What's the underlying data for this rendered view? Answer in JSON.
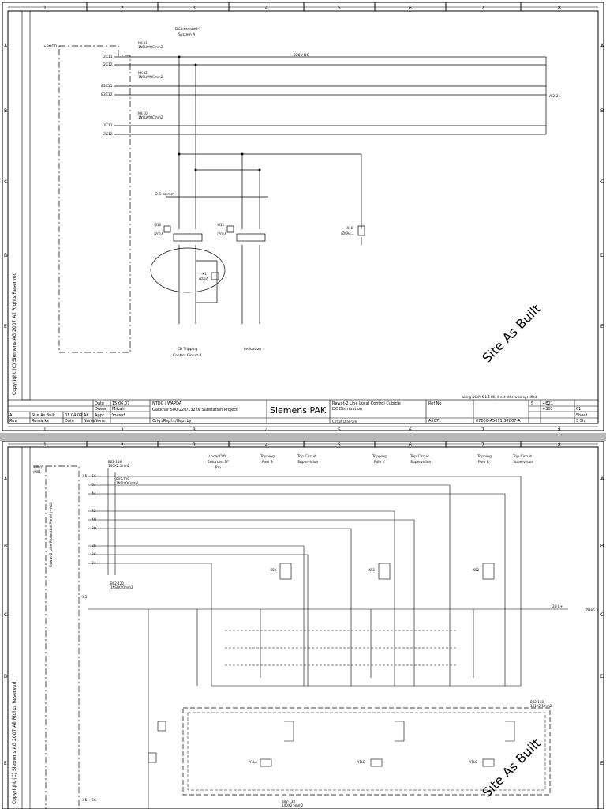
{
  "grid_columns": [
    "1",
    "2",
    "3",
    "4",
    "5",
    "6",
    "7",
    "8"
  ],
  "grid_rows": [
    "A",
    "B",
    "C",
    "D",
    "E"
  ],
  "grid_rows_sheet2": [
    "A",
    "B",
    "C",
    "D",
    "E"
  ],
  "sheet1": {
    "title_supply": "DC Intended-7",
    "title_supply2": "System A",
    "pos_label": "+BODD",
    "cable_labels": [
      "NK-01",
      "NK-02",
      "NK-10"
    ],
    "cable_types": [
      "1NSLKYOCmm2",
      "1NSLKYOCmm2",
      "1NSLKYOCmm2"
    ],
    "terminals": [
      "2X11",
      "2X12",
      "83X11",
      "83X12",
      "3X11",
      "3X12"
    ],
    "voltage_label": "220V DC",
    "cross_ref": "/S2.2",
    "wire_size": "2.5 sq.mm",
    "device_left": "-B10",
    "device_left_sub": "/Z01A",
    "device_mid": "-B11",
    "device_mid_sub": "/Z01A",
    "device_right": "-K10",
    "device_right_sub": "/ZMA4.1",
    "relay_label": "-K1",
    "relay_sub": "/Z01A",
    "branch_cb": "CB Tripping",
    "branch_cb2": "Control Circuit-1",
    "branch_ind": "Indication",
    "watermark": "Site As Built",
    "footnote": "wiring NGYA-K 1.5 BK, if not otherwise specified",
    "title_block": {
      "date_label": "Date",
      "date_value": "15.06.07",
      "drawn_label": "Drawn",
      "drawn_value": "Miftah",
      "appr_label": "Appr.",
      "appr_value": "Yousuf",
      "norm_label": "Norm",
      "rev_label": "Rev.",
      "remarks_label": "Remarks",
      "date_col_label": "Date",
      "name_col_label": "Name",
      "rev_a": "A",
      "rev_a_remark": "Site As Built",
      "rev_a_date": "01.04.09",
      "rev_a_name": "AK",
      "client": "NTDC / WAPDA",
      "project": "Gakkhar 500/220/132kV Substation Project",
      "orig": "Orig./Repl.f./Repl.by",
      "company": "Siemens PAK",
      "doc_title": "Rawat-2 Line Local Control Cubicle",
      "doc_sub": "DC Distribution",
      "doc_type": "Circuit Diagram",
      "ref_label": "Ref No",
      "ref_value": "A5071",
      "drawing_no": "07600-A5071-S2807-A",
      "plant_label": "S",
      "plant_value": "+B21",
      "loc_value": "+S01",
      "sheet_label": "Sheet",
      "sheet_value": "01",
      "sheets_value": "3 Sh"
    },
    "copyright": "Copyright (C) Siemens AG 2007 All Rights Reserved"
  },
  "sheet2": {
    "pos_label": "+B02",
    "pos_sub": "/M01",
    "cable_label": "B02-118",
    "cable_type": "1X0X2.5mm2",
    "cable_label2": "B02-119",
    "cable_type2": "1NSLYOCmm2",
    "cable_label3": "B02-120",
    "cable_type3": "1NSLKYOmm2",
    "panel_vertical": "Rawat-2 Line Protection Panel (+A4)",
    "headers": [
      {
        "l1": "Local Off/",
        "l2": "Enforced SF",
        "l3": "Trip"
      },
      {
        "l1": "Tripping",
        "l2": "Pole B",
        "l3": ""
      },
      {
        "l1": "Trip Circuit",
        "l2": "Supervision",
        "l3": ""
      },
      {
        "l1": "Tripping",
        "l2": "Pole Y",
        "l3": ""
      },
      {
        "l1": "Trip Circuit",
        "l2": "Supervision",
        "l3": ""
      },
      {
        "l1": "Tripping",
        "l2": "Pole R",
        "l3": ""
      },
      {
        "l1": "Trip Circuit",
        "l2": "Supervision",
        "l3": ""
      }
    ],
    "terminals_left": [
      "-X5",
      "56",
      "54",
      "44",
      "42",
      "40",
      "30",
      "28",
      "26",
      "24"
    ],
    "dc_terminal": "-X5",
    "cross_ref_right": "/ZMA5.3",
    "cross_ref_right_num": "28 L+",
    "relays": [
      "-K50",
      "-K51",
      "-K52"
    ],
    "coils": [
      "-Y1LA",
      "-Y1LB",
      "-Y1LC"
    ],
    "box_label": "B02-118",
    "box_type": "1X1X2.5mm2",
    "box_bottom": "B02-138",
    "box_bottom_type": "1X0X2.5mm2",
    "watermark": "Site As Built",
    "copyright": "Copyright (C) Siemens AG 2007 All Rights Reserved"
  }
}
